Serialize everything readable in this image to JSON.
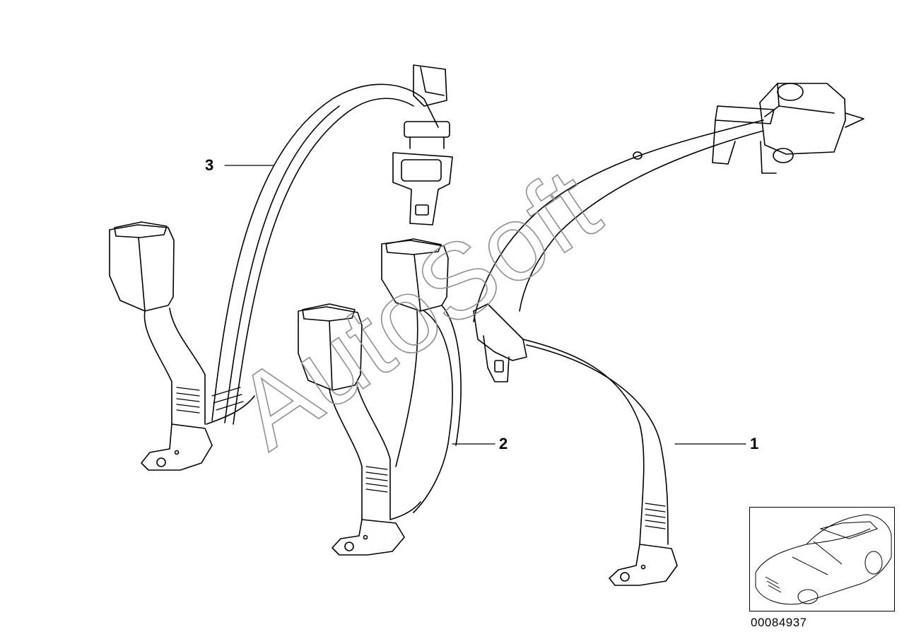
{
  "diagram": {
    "callouts": [
      {
        "id": "1",
        "label": "1"
      },
      {
        "id": "2",
        "label": "2"
      },
      {
        "id": "3",
        "label": "3"
      }
    ],
    "document_number": "00084937",
    "watermark_text": "AutoSoft",
    "colors": {
      "line": "#000000",
      "background": "#ffffff",
      "watermark": "#9a9a9a"
    }
  }
}
